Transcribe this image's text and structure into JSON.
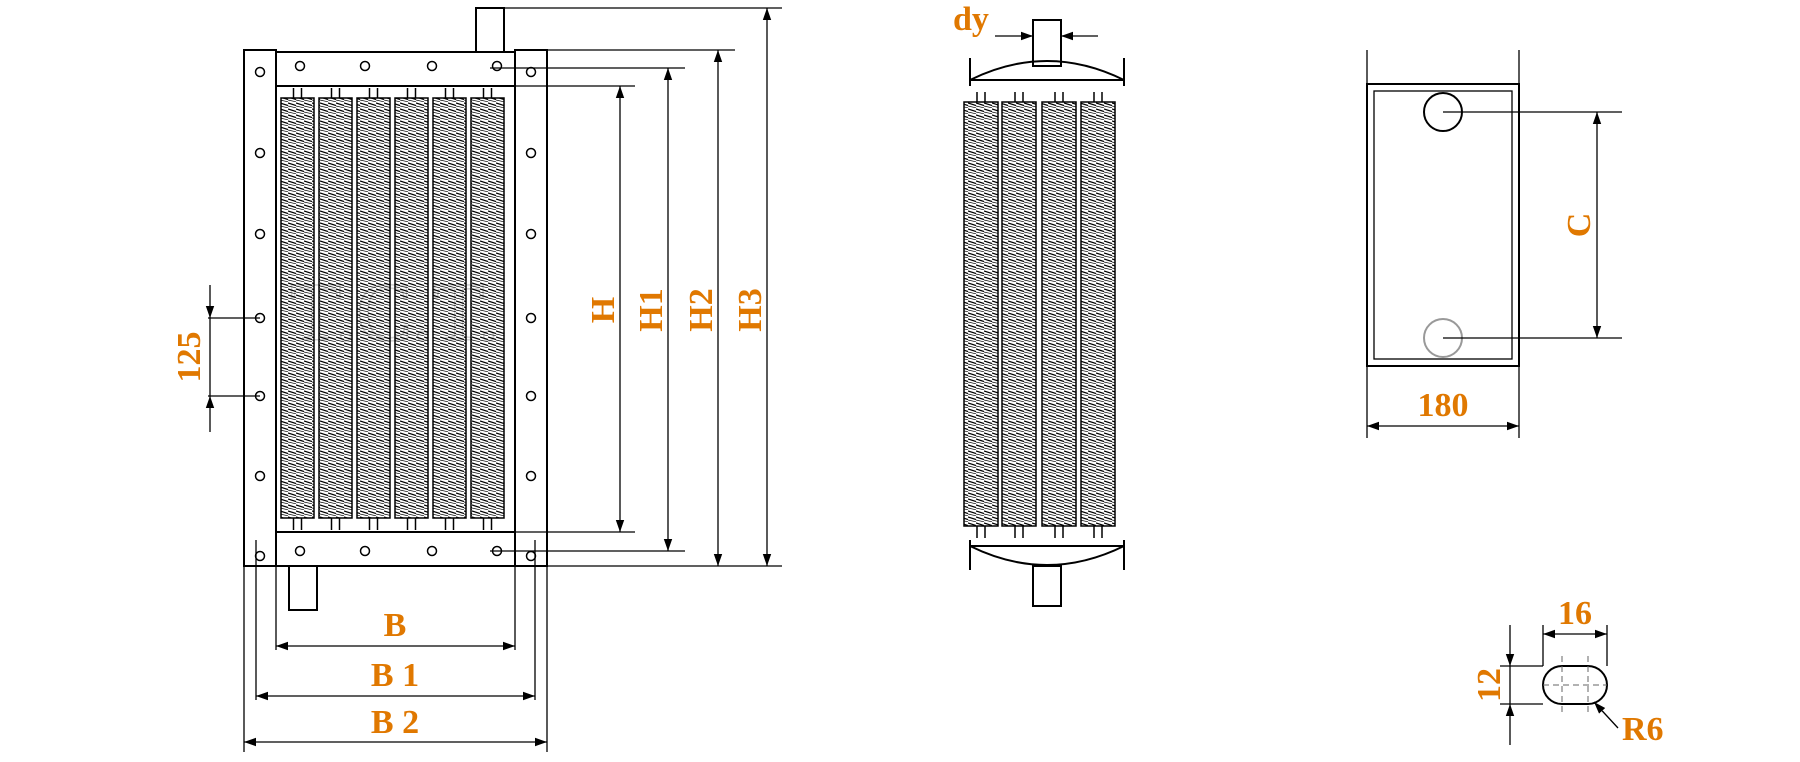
{
  "colors": {
    "label": "#e07800",
    "line": "#000000",
    "watermark": "#cfcfcf",
    "light_circle": "#999999"
  },
  "front_view": {
    "watermark": "T.C.T.",
    "dims": {
      "pitch": "125",
      "H": "H",
      "H1": "H1",
      "H2": "H2",
      "H3": "H3",
      "B": "B",
      "B1": "B 1",
      "B2": "B 2"
    }
  },
  "side_view": {
    "dims": {
      "dy": "dy"
    }
  },
  "flange_view": {
    "dims": {
      "C": "C",
      "width": "180"
    }
  },
  "slot_detail": {
    "dims": {
      "length": "16",
      "height": "12",
      "radius": "R6"
    }
  }
}
